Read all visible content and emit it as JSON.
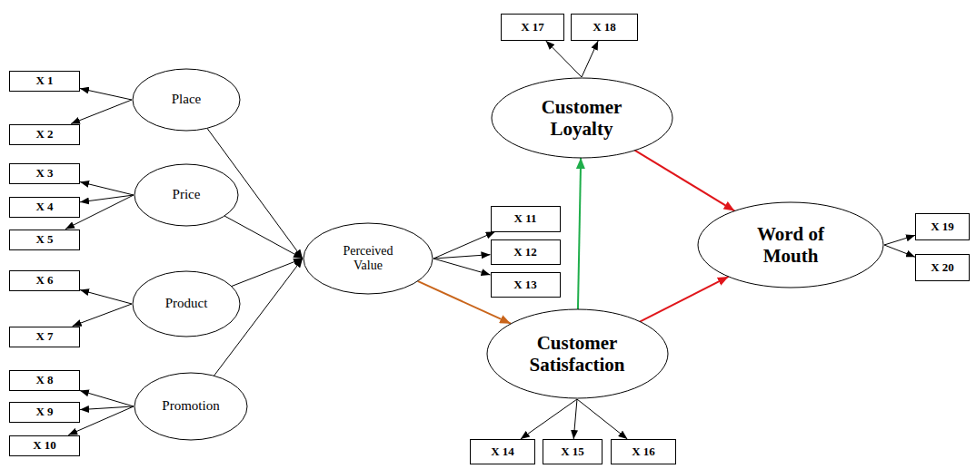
{
  "diagram": {
    "nodes": [
      {
        "text": [
          "X 1"
        ]
      },
      {
        "text": [
          "X 2"
        ]
      },
      {
        "text": [
          "Place"
        ]
      },
      {
        "text": [
          "X 3"
        ]
      },
      {
        "text": [
          "X 4"
        ]
      },
      {
        "text": [
          "X 5"
        ]
      },
      {
        "text": [
          "Price"
        ]
      },
      {
        "text": [
          "X 6"
        ]
      },
      {
        "text": [
          "X 7"
        ]
      },
      {
        "text": [
          "Product"
        ]
      },
      {
        "text": [
          "X 8"
        ]
      },
      {
        "text": [
          "X 9"
        ]
      },
      {
        "text": [
          "X 10"
        ]
      },
      {
        "text": [
          "Promotion"
        ]
      },
      {
        "text": [
          "Perceived Value"
        ]
      },
      {
        "text": [
          "X 11"
        ]
      },
      {
        "text": [
          "X 12"
        ]
      },
      {
        "text": [
          "X 13"
        ]
      },
      {
        "text": [
          "X 17"
        ]
      },
      {
        "text": [
          "X 18"
        ]
      },
      {
        "text": [
          "Customer Loyalty"
        ]
      },
      {
        "text": [
          "Customer Satisfaction"
        ]
      },
      {
        "text": [
          "X 14"
        ]
      },
      {
        "text": [
          "X 15"
        ]
      },
      {
        "text": [
          "X 16"
        ]
      },
      {
        "text": [
          "Word of Mouth"
        ]
      },
      {
        "text": [
          "X 19"
        ]
      },
      {
        "text": [
          "X 20"
        ]
      }
    ],
    "edges": [
      {
        "from": 2,
        "to": 0,
        "arrow": "to"
      },
      {
        "from": 2,
        "to": 1,
        "arrow": "to"
      },
      {
        "from": 6,
        "to": 3,
        "arrow": "to"
      },
      {
        "from": 6,
        "to": 4,
        "arrow": "to"
      },
      {
        "from": 6,
        "to": 5,
        "arrow": "to"
      },
      {
        "from": 9,
        "to": 7,
        "arrow": "to"
      },
      {
        "from": 9,
        "to": 8,
        "arrow": "to"
      },
      {
        "from": 13,
        "to": 10,
        "arrow": "to"
      },
      {
        "from": 13,
        "to": 11,
        "arrow": "to"
      },
      {
        "from": 13,
        "to": 12,
        "arrow": "to"
      },
      {
        "from": 2,
        "to": 14,
        "arrow": "to"
      },
      {
        "from": 6,
        "to": 14,
        "arrow": "to"
      },
      {
        "from": 9,
        "to": 14,
        "arrow": "to"
      },
      {
        "from": 13,
        "to": 14,
        "arrow": "to"
      },
      {
        "from": 14,
        "to": 15,
        "arrow": "to"
      },
      {
        "from": 14,
        "to": 16,
        "arrow": "to"
      },
      {
        "from": 14,
        "to": 17,
        "arrow": "to"
      },
      {
        "from": 20,
        "to": 18,
        "arrow": "to"
      },
      {
        "from": 20,
        "to": 19,
        "arrow": "to"
      },
      {
        "from": 21,
        "to": 22,
        "arrow": "to"
      },
      {
        "from": 21,
        "to": 23,
        "arrow": "to"
      },
      {
        "from": 21,
        "to": 24,
        "arrow": "to"
      },
      {
        "from": 14,
        "to": 21,
        "arrow": "to"
      },
      {
        "from": 21,
        "to": 20,
        "arrow": "to"
      },
      {
        "from": 20,
        "to": 25,
        "arrow": "to"
      },
      {
        "from": 21,
        "to": 25,
        "arrow": "to"
      },
      {
        "from": 25,
        "to": 26,
        "arrow": "to"
      },
      {
        "from": 25,
        "to": 27,
        "arrow": "to"
      }
    ]
  }
}
